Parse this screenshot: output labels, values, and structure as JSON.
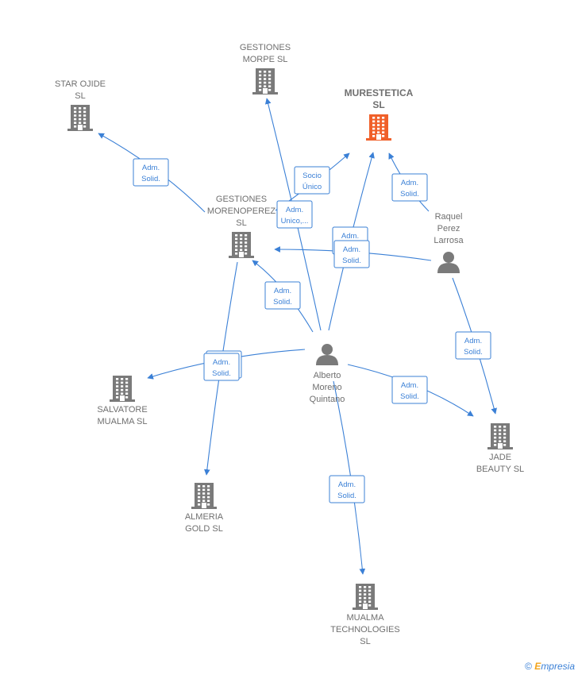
{
  "nodes": [
    {
      "id": "morpe",
      "type": "company",
      "lines": [
        "GESTIONES",
        "MORPE  SL"
      ],
      "focus": false
    },
    {
      "id": "starojide",
      "type": "company",
      "lines": [
        "STAR OJIDE",
        "SL"
      ],
      "focus": false
    },
    {
      "id": "murestetica",
      "type": "company",
      "lines": [
        "MURESTETICA",
        "SL"
      ],
      "focus": true
    },
    {
      "id": "morenoperez",
      "type": "company",
      "lines": [
        "GESTIONES",
        "MORENOPEREZ",
        "SL"
      ],
      "focus": false
    },
    {
      "id": "raquel",
      "type": "person",
      "lines": [
        "Raquel",
        "Perez",
        "Larrosa"
      ],
      "focus": false
    },
    {
      "id": "alberto",
      "type": "person",
      "lines": [
        "Alberto",
        "Moreno",
        "Quintano"
      ],
      "focus": false
    },
    {
      "id": "salvatore",
      "type": "company",
      "lines": [
        "SALVATORE",
        "MUALMA SL"
      ],
      "focus": false
    },
    {
      "id": "jade",
      "type": "company",
      "lines": [
        "JADE",
        "BEAUTY  SL"
      ],
      "focus": false
    },
    {
      "id": "almeria",
      "type": "company",
      "lines": [
        "ALMERIA",
        "GOLD  SL"
      ],
      "focus": false
    },
    {
      "id": "mualma",
      "type": "company",
      "lines": [
        "MUALMA",
        "TECHNOLOGIES",
        "SL"
      ],
      "focus": false
    }
  ],
  "edges": [
    {
      "id": "e1",
      "from": "morenoperez",
      "to": "starojide",
      "label": [
        "Adm.",
        "Solid."
      ]
    },
    {
      "id": "e2",
      "from": "morenoperez",
      "to": "murestetica",
      "label": [
        "Socio",
        "Único"
      ]
    },
    {
      "id": "e3",
      "from": "alberto",
      "to": "morpe",
      "label": [
        "Adm.",
        "Unico,..."
      ]
    },
    {
      "id": "e4",
      "from": "alberto",
      "to": "murestetica",
      "label": [
        "Adm.",
        "Solid."
      ]
    },
    {
      "id": "e5",
      "from": "raquel",
      "to": "murestetica",
      "label": [
        "Adm.",
        "Solid."
      ]
    },
    {
      "id": "e6",
      "from": "raquel",
      "to": "morenoperez",
      "label": [
        "Adm.",
        "Solid."
      ]
    },
    {
      "id": "e7",
      "from": "alberto",
      "to": "morenoperez",
      "label": [
        "Adm.",
        "Solid."
      ]
    },
    {
      "id": "e8",
      "from": "alberto",
      "to": "salvatore",
      "label": [
        "Adm.",
        "Solid."
      ]
    },
    {
      "id": "e9",
      "from": "morenoperez",
      "to": "almeria",
      "label": [
        "Adm.",
        "Solid."
      ]
    },
    {
      "id": "e10",
      "from": "alberto",
      "to": "jade",
      "label": [
        "Adm.",
        "Solid."
      ]
    },
    {
      "id": "e11",
      "from": "raquel",
      "to": "jade",
      "label": [
        "Adm.",
        "Solid."
      ]
    },
    {
      "id": "e12",
      "from": "alberto",
      "to": "mualma",
      "label": [
        "Adm.",
        "Solid."
      ]
    }
  ],
  "colors": {
    "edge": "#3b80d6",
    "company": "#7a7a7a",
    "focus_company": "#f0602a",
    "person": "#7a7a7a",
    "label": "#6f6f6f"
  },
  "credit": {
    "symbol": "©",
    "brand_first": "E",
    "brand_rest": "mpresia"
  }
}
